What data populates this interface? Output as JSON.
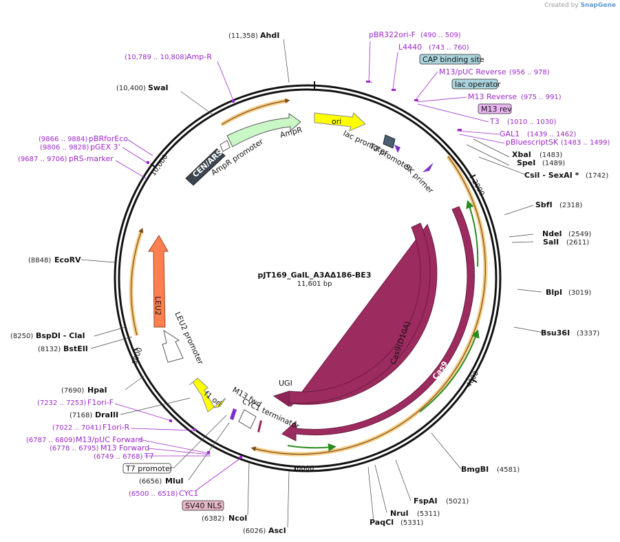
{
  "credit": {
    "prefix": "Created by",
    "brand": "SnapGene"
  },
  "plasmid": {
    "name": "pJT169_GalL_A3AΔ186-BE3",
    "size": "11,601 bp"
  },
  "ticks": [
    "2000",
    "4000",
    "6000",
    "8000",
    "10,000"
  ],
  "enzymes": [
    {
      "pos": "(11,358)",
      "name": "AhdI"
    },
    {
      "pos": "(10,400)",
      "name": "SwaI"
    },
    {
      "pos": "(1483)",
      "name": "XbaI"
    },
    {
      "pos": "(1489)",
      "name": "SpeI"
    },
    {
      "pos": "(1742)",
      "name": "CsiI - SexAI *"
    },
    {
      "pos": "(2318)",
      "name": "SbfI"
    },
    {
      "pos": "(2549)",
      "name": "NdeI"
    },
    {
      "pos": "(2611)",
      "name": "SalI"
    },
    {
      "pos": "(3019)",
      "name": "BlpI"
    },
    {
      "pos": "(3337)",
      "name": "Bsu36I"
    },
    {
      "pos": "(4581)",
      "name": "BmgBI"
    },
    {
      "pos": "(5021)",
      "name": "FspAI"
    },
    {
      "pos": "(5311)",
      "name": "NruI"
    },
    {
      "pos": "(5331)",
      "name": "PaqCI"
    },
    {
      "pos": "(6026)",
      "name": "AscI"
    },
    {
      "pos": "(6382)",
      "name": "NcoI"
    },
    {
      "pos": "(6656)",
      "name": "MluI"
    },
    {
      "pos": "(7168)",
      "name": "DraIII"
    },
    {
      "pos": "(7690)",
      "name": "HpaI"
    },
    {
      "pos": "(8132)",
      "name": "BstEII"
    },
    {
      "pos": "(8250)",
      "name": "BspDI - ClaI"
    },
    {
      "pos": "(8848)",
      "name": "EcoRV"
    }
  ],
  "primers": [
    {
      "name": "pBR322ori-F",
      "range": "(490 .. 509)"
    },
    {
      "name": "L4440",
      "range": "(743 .. 760)"
    },
    {
      "name": "M13/pUC Reverse",
      "range": "(956 .. 978)"
    },
    {
      "name": "M13 Reverse",
      "range": "(975 .. 991)"
    },
    {
      "name": "T3",
      "range": "(1010 .. 1030)"
    },
    {
      "name": "GAL1",
      "range": "(1439 .. 1462)"
    },
    {
      "name": "pBluescriptSK",
      "range": "(1483 .. 1499)"
    },
    {
      "name": "Amp-R",
      "range": "(10,789 .. 10,808)"
    },
    {
      "name": "pBRforEco",
      "range": "(9866 .. 9884)"
    },
    {
      "name": "pGEX 3'",
      "range": "(9806 .. 9828)"
    },
    {
      "name": "pRS-marker",
      "range": "(9687 .. 9706)"
    },
    {
      "name": "F1ori-F",
      "range": "(7232 .. 7253)"
    },
    {
      "name": "F1ori-R",
      "range": "(7022 .. 7041)"
    },
    {
      "name": "M13/pUC Forward",
      "range": "(6787 .. 6809)"
    },
    {
      "name": "M13 Forward",
      "range": "(6778 .. 6795)"
    },
    {
      "name": "T7",
      "range": "(6749 .. 6768)"
    },
    {
      "name": "CYC1",
      "range": "(6500 .. 6518)"
    }
  ],
  "boxed_features": [
    {
      "name": "CAP binding site",
      "color": "#a9d3dd"
    },
    {
      "name": "lac operator",
      "color": "#a9d3dd"
    },
    {
      "name": "M13 rev",
      "color": "#e8b4f0"
    },
    {
      "name": "T7 promoter",
      "color": "#ffffff"
    },
    {
      "name": "SV40 NLS",
      "color": "#e8b7c8"
    }
  ],
  "features": [
    {
      "name": "ori",
      "color": "#ffff00"
    },
    {
      "name": "AmpR",
      "color": "#c9f7c6"
    },
    {
      "name": "AmpR promoter",
      "color": "#ffffff"
    },
    {
      "name": "CEN/ARS",
      "color": "#3b4650"
    },
    {
      "name": "lac promoter",
      "color": "#ffffff"
    },
    {
      "name": "T3 promoter",
      "color": "#ffffff"
    },
    {
      "name": "SK primer",
      "color": "#7c2fc9"
    },
    {
      "name": "Cas9(D10A)",
      "color": "#9c2b5f"
    },
    {
      "name": "Cas9",
      "color": "#9c2b5f"
    },
    {
      "name": "UGI",
      "color": "#8e2558"
    },
    {
      "name": "LEU2",
      "color": "#ff7f50"
    },
    {
      "name": "LEU2 promoter",
      "color": "#ffffff"
    },
    {
      "name": "f1 ori",
      "color": "#ffff00"
    },
    {
      "name": "M13 fwd",
      "color": "#7c2fc9"
    },
    {
      "name": "CYC1 terminator",
      "color": "#ffffff"
    }
  ],
  "colors": {
    "backbone": "#111111",
    "primer": "#9b27c9",
    "orf_highlight": "#f5c878",
    "green_arrow": "#3aa32b"
  }
}
